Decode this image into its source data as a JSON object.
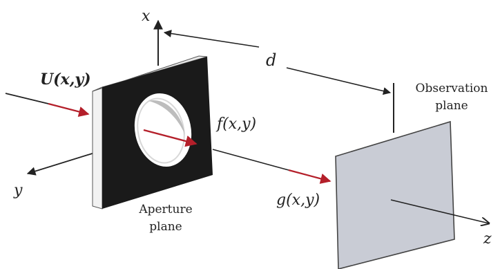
{
  "labels": {
    "x_axis": "x",
    "y_axis": "y",
    "z_axis": "z",
    "distance": "d",
    "incident_field": "U(x,y)",
    "aperture_function": "f(x,y)",
    "observed_field": "g(x,y)",
    "aperture_plane_line1": "Aperture",
    "aperture_plane_line2": "plane",
    "observation_plane_line1": "Observation",
    "observation_plane_line2": "plane"
  },
  "colors": {
    "line": "#222222",
    "arrow_red": "#b41f2a",
    "aperture_plate": "#1a1a1a",
    "aperture_edge": "#f2f2f2",
    "observation_screen": "#c9ccd5",
    "background": "#ffffff"
  }
}
